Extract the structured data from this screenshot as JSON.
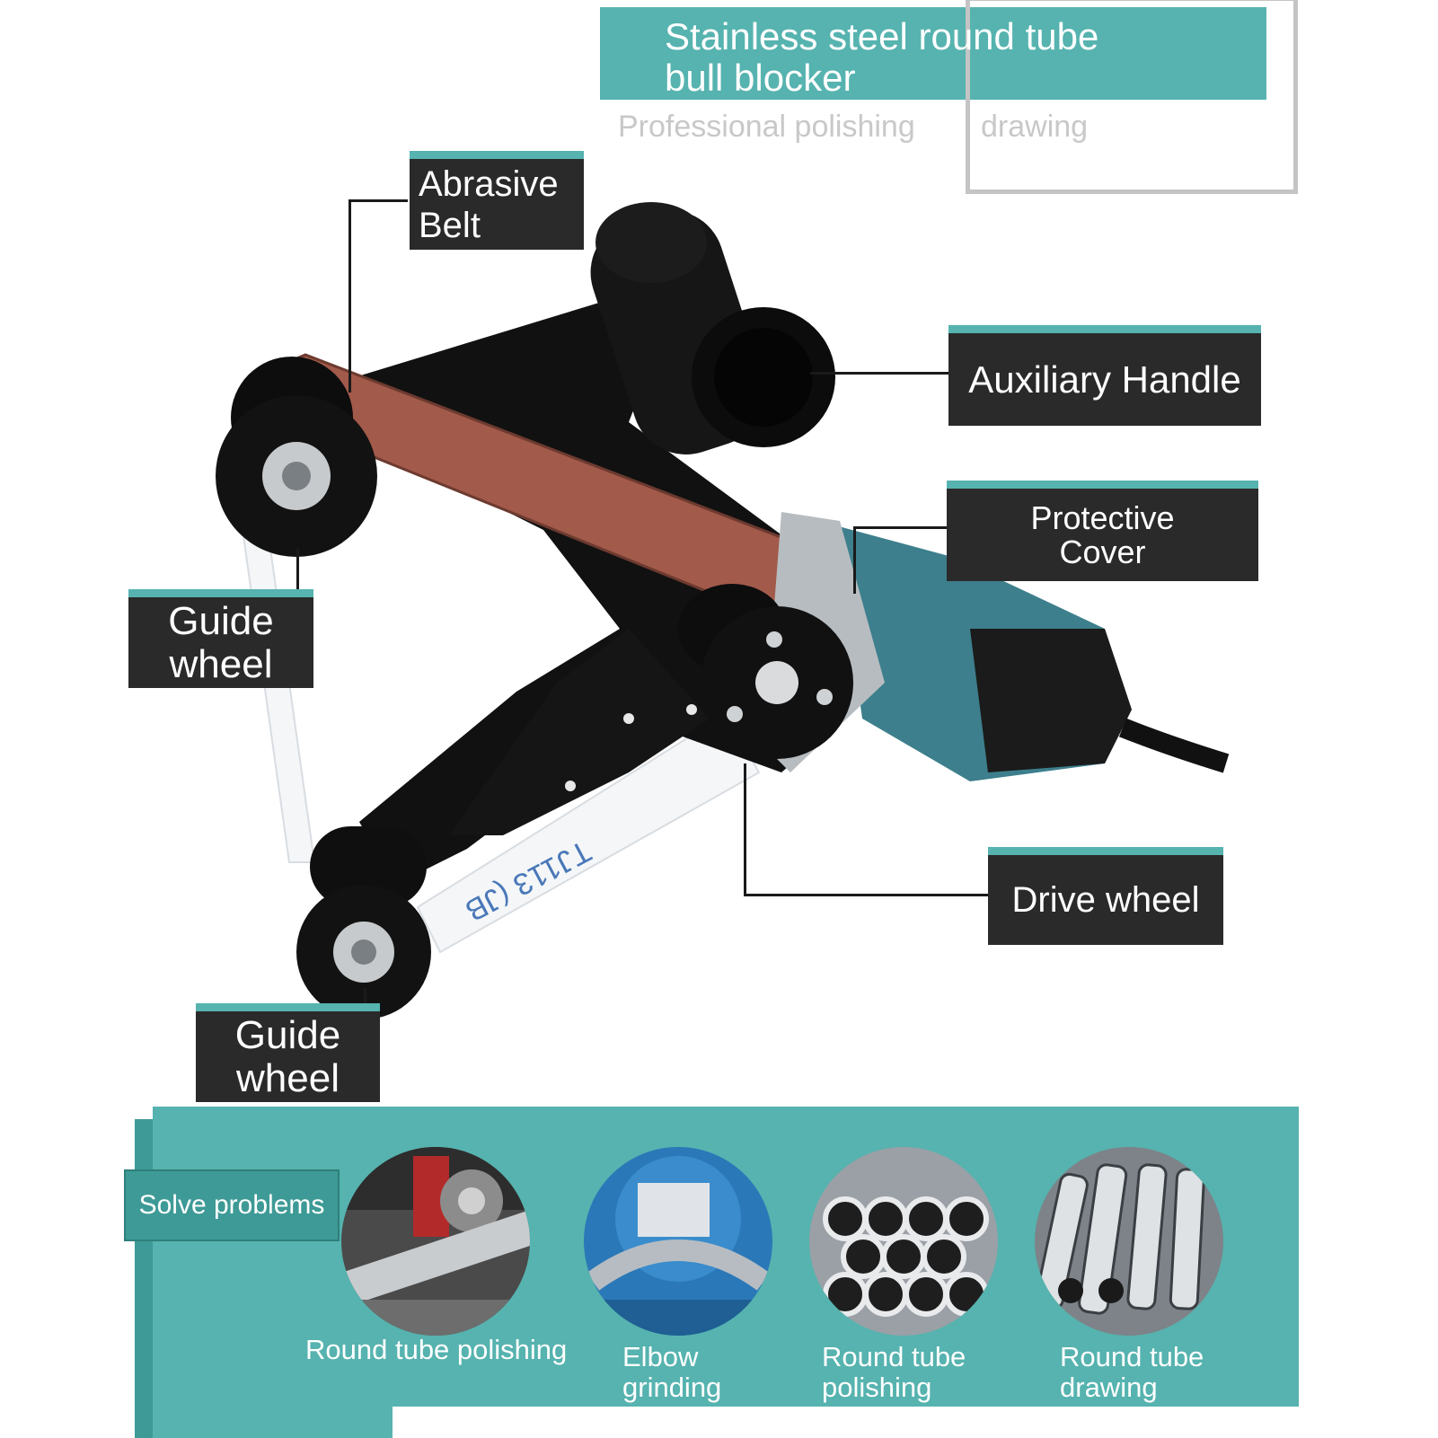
{
  "header": {
    "title_line1": "Stainless steel round tube",
    "title_line2": "bull blocker",
    "subtitle_left": "Professional polishing",
    "subtitle_right": "drawing"
  },
  "callouts": {
    "abrasive_belt": "Abrasive\nBelt",
    "auxiliary_handle": "Auxiliary Handle",
    "protective_cover": "Protective\nCover",
    "guide_wheel_top": "Guide\nwheel",
    "drive_wheel": "Drive wheel",
    "guide_wheel_bottom": "Guide\nwheel"
  },
  "belt_print": "TJ113 (JB",
  "applications": {
    "heading": "Solve problems",
    "items": [
      "Round tube polishing",
      "Elbow\ngrinding",
      "Round tube\npolishing",
      "Round tube\ndrawing"
    ]
  },
  "colors": {
    "teal": "#56b3af",
    "teal_dark": "#3e9a96",
    "label_bg": "#2a2a2a",
    "motor_body": "#3d7f8c"
  }
}
